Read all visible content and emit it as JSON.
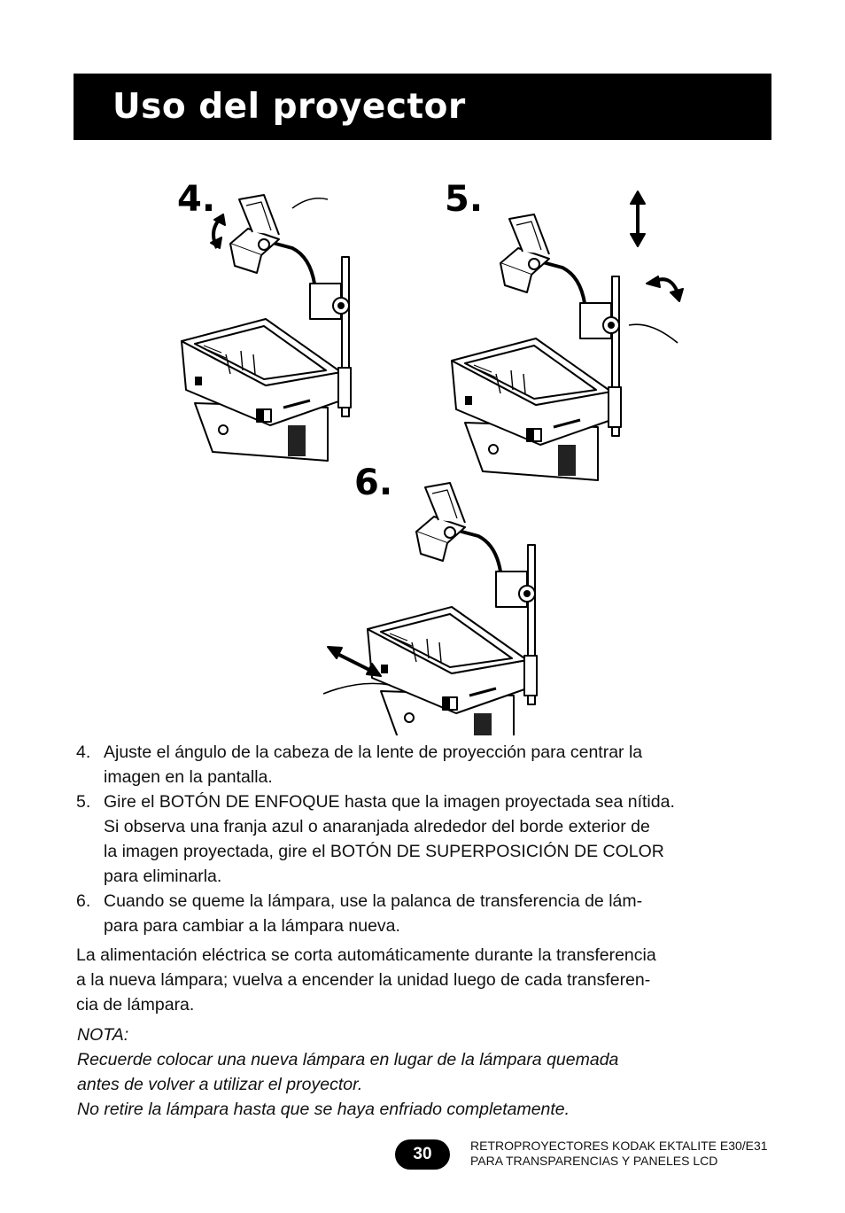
{
  "header": {
    "title": "Uso del proyector"
  },
  "figure": {
    "step_labels": [
      "4.",
      "5.",
      "6."
    ]
  },
  "steps": [
    {
      "number": "4.",
      "lines": [
        "Ajuste el ángulo de la cabeza de la lente de proyección para centrar la",
        "imagen en la pantalla."
      ]
    },
    {
      "number": "5.",
      "lines": [
        "Gire el BOTÓN DE ENFOQUE hasta que la imagen proyectada sea nítida.",
        "Si observa una franja azul o anaranjada alrededor del borde exterior de",
        "la imagen proyectada, gire el BOTÓN DE SUPERPOSICIÓN DE COLOR",
        "para eliminarla."
      ]
    },
    {
      "number": "6.",
      "lines": [
        "Cuando se queme la lámpara, use la palanca de transferencia de lám-",
        "para para cambiar a la lámpara nueva."
      ]
    }
  ],
  "paragraph": {
    "lines": [
      "La alimentación eléctrica se corta automáticamente durante la transferencia",
      "a la nueva lámpara; vuelva a encender la unidad luego de cada transferen-",
      "cia de lámpara."
    ]
  },
  "note": {
    "label": "NOTA:",
    "lines": [
      "Recuerde colocar una nueva lámpara en lugar de la lámpara quemada",
      "antes de volver a utilizar el proyector.",
      "No retire la lámpara hasta que se haya enfriado completamente."
    ]
  },
  "footer": {
    "page_number": "30",
    "line1": "RETROPROYECTORES KODAK EKTALITE E30/E31",
    "line2": "PARA TRANSPARENCIAS Y PANELES LCD"
  }
}
